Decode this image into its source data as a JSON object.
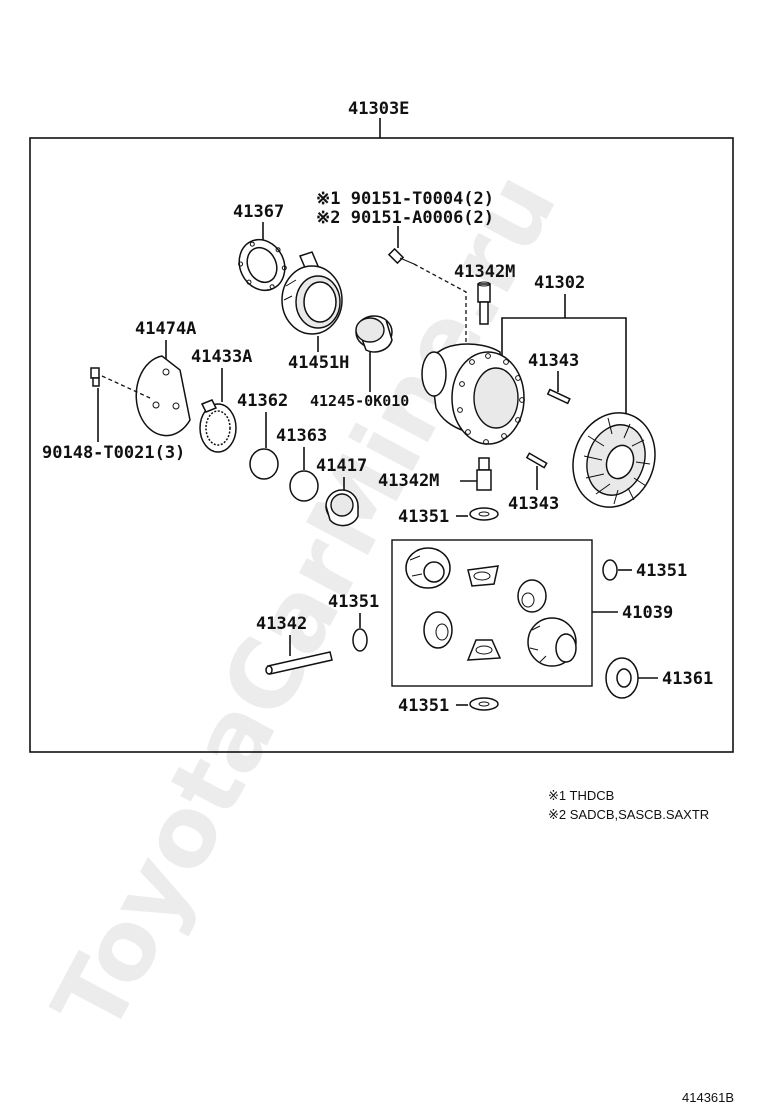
{
  "assembly_label": "41303E",
  "notes": {
    "variant1_bolt": "※1 90151-T0004(2)",
    "variant2_bolt": "※2 90151-A0006(2)",
    "footnote1": "※1 THDCB",
    "footnote2": "※2 SADCB,SASCB.SAXTR"
  },
  "parts": {
    "p41367": "41367",
    "p41342M_top": "41342M",
    "p41302": "41302",
    "p41474A": "41474A",
    "p41433A": "41433A",
    "p41451H": "41451H",
    "p41343_top": "41343",
    "p41362": "41362",
    "p41245": "41245-0K010",
    "p41363": "41363",
    "p90148": "90148-T0021(3)",
    "p41417": "41417",
    "p41342M_mid": "41342M",
    "p41343_mid": "41343",
    "p41351_a": "41351",
    "p41351_b": "41351",
    "p41039": "41039",
    "p41342": "41342",
    "p41351_c": "41351",
    "p41361": "41361",
    "p41351_d": "41351"
  },
  "figure_id": "414361B",
  "watermark": "ToyotaCarMine.ru"
}
